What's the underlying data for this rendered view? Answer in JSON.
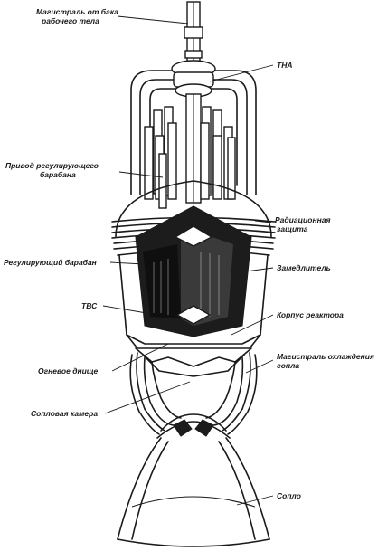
{
  "labels": {
    "main_line": [
      "Магистраль от бака",
      "рабочего тела"
    ],
    "tna": "ТНА",
    "drum_drive": [
      "Привод регулирующего",
      "барабана"
    ],
    "radiation_shield": [
      "Радиационная",
      "защита"
    ],
    "control_drum": "Регулирующий барабан",
    "moderator": "Замедлитель",
    "fuel_assembly": "ТВС",
    "reactor_vessel": "Корпус реактора",
    "fire_bottom": "Огневое днище",
    "nozzle_cooling": [
      "Магистраль охлаждения",
      "сопла"
    ],
    "nozzle_chamber": "Сопловая камера",
    "nozzle": "Сопло"
  }
}
